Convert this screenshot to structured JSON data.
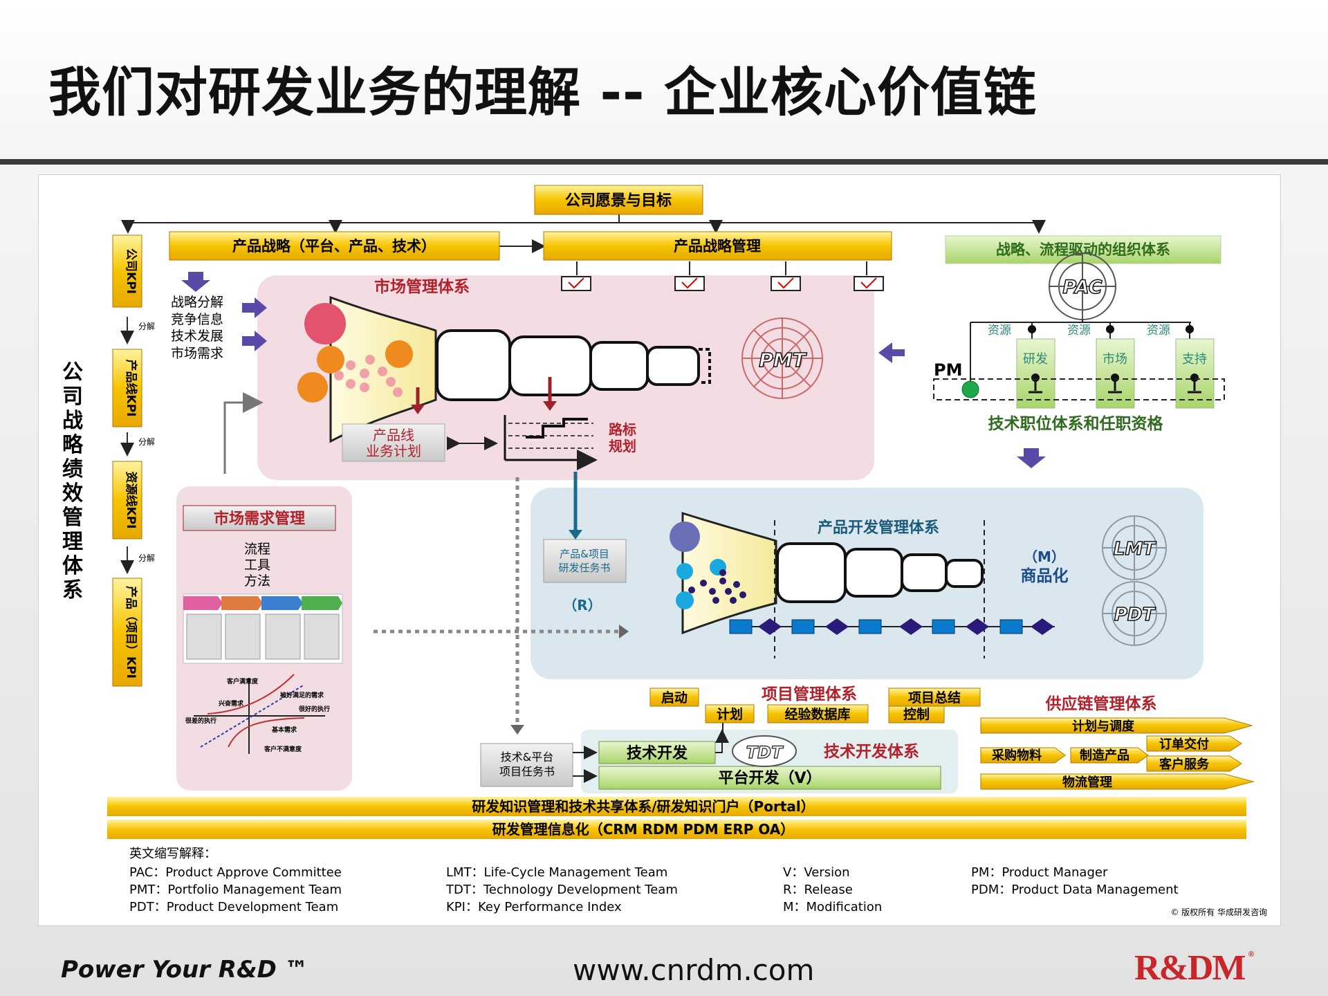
{
  "slide": {
    "title": "我们对研发业务的理解 -- 企业核心价值链",
    "footer_tagline": "Power Your R&D ™",
    "footer_url": "www.cnrdm.com",
    "logo_text": "R&DM",
    "logo_reg": "®"
  },
  "diagram": {
    "vision": "公司愿景与目标",
    "product_strategy": "产品战略（平台、产品、技术）",
    "strategy_mgmt": "产品战略管理",
    "org_system": "战略、流程驱动的组织体系",
    "side_title": "公司战略绩效管理体系",
    "kpi": [
      "公司KPI",
      "产品线KPI",
      "资源线KPI",
      "产品（项目）KPI"
    ],
    "decompose": "分解",
    "inputs": [
      "战略分解",
      "竞争信息",
      "技术发展",
      "市场需求"
    ],
    "market_mgmt": "市场管理体系",
    "pmt": "PMT",
    "pl_plan_1": "产品线",
    "pl_plan_2": "业务计划",
    "roadmap_1": "路标",
    "roadmap_2": "规划",
    "pac": "PAC",
    "resource": "资源",
    "functions": [
      "研发",
      "市场",
      "支持"
    ],
    "pm": "PM",
    "tech_career": "技术职位体系和任职资格",
    "demand_mgmt": "市场需求管理",
    "demand_methods": [
      "流程",
      "工具",
      "方法"
    ],
    "kano_labels": [
      "客户满意度",
      "兴奋需求",
      "被好满足的需求",
      "很好的执行",
      "很差的执行",
      "基本需求",
      "客户不满意度"
    ],
    "task_book_1": "产品&项目",
    "task_book_2": "研发任务书",
    "r_label": "（R）",
    "pd_mgmt": "产品开发管理体系",
    "m_label": "（M）",
    "commercial": "商品化",
    "lmt": "LMT",
    "pdt": "PDT",
    "project_mgmt": "项目管理体系",
    "proj_items": [
      "启动",
      "计划",
      "经验数据库",
      "控制",
      "项目总结"
    ],
    "tp_task_1": "技术&平台",
    "tp_task_2": "项目任务书",
    "tech_dev": "技术开发",
    "platform_dev": "平台开发（V）",
    "tdt": "TDT",
    "tech_dev_system": "技术开发体系",
    "supply_chain": "供应链管理体系",
    "sc_items": [
      "计划与调度",
      "采购物料",
      "制造产品",
      "订单交付",
      "客户服务",
      "物流管理"
    ],
    "bars": [
      "研发知识管理和技术共享体系/研发知识门户（Portal）",
      "研发管理信息化（CRM RDM PDM ERP OA）"
    ],
    "abbr_title": "英文缩写解释：",
    "abbr_col1": [
      "PAC：Product Approve Committee",
      "PMT：Portfolio Management Team",
      "PDT：Product Development Team"
    ],
    "abbr_col2": [
      "LMT：Life-Cycle Management Team",
      "TDT：Technology Development Team",
      "KPI：Key Performance Index"
    ],
    "abbr_col3": [
      "V：Version",
      "R：Release",
      "M：Modification"
    ],
    "abbr_col4": [
      "PM：Product Manager",
      "PDM：Product Data Management"
    ],
    "copyright": "© 版权所有  华成研发咨询"
  }
}
